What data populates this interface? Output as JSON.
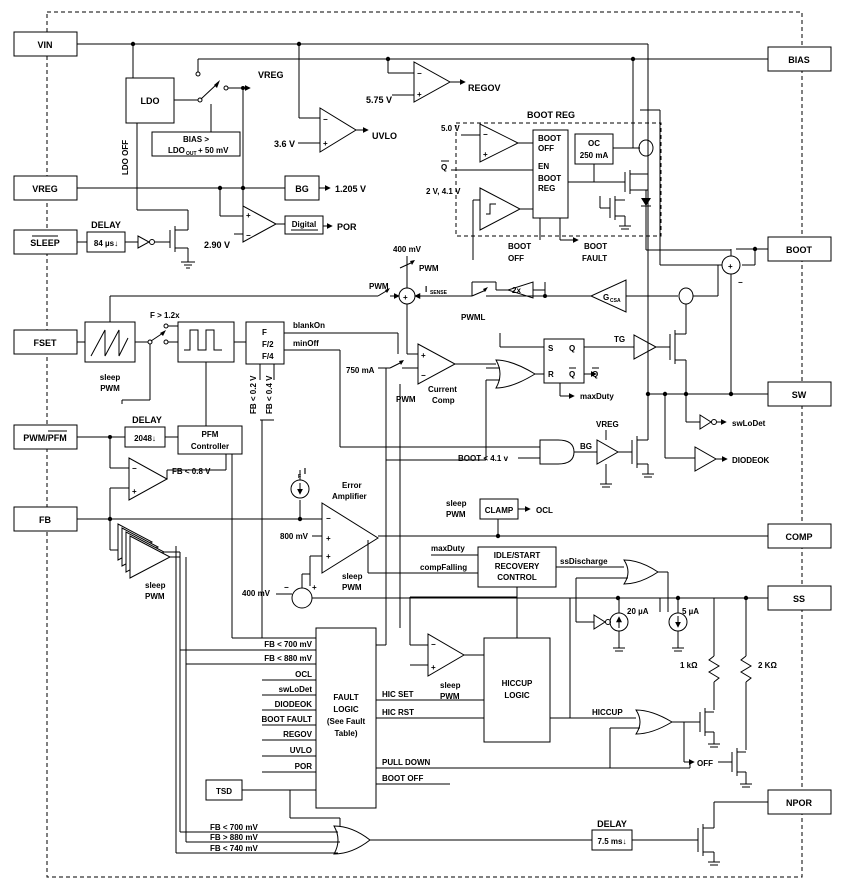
{
  "pins": {
    "vin": "VIN",
    "vreg": "VREG",
    "sleep": "SLEEP",
    "fset": "FSET",
    "pwm_pfm": "PWM/PFM",
    "fb": "FB",
    "bias": "BIAS",
    "boot": "BOOT",
    "sw": "SW",
    "comp": "COMP",
    "ss": "SS",
    "npor": "NPOR"
  },
  "blocks": {
    "ldo": "LDO",
    "ldo_off": "LDO OFF",
    "bias_note_1": "BIAS >",
    "bias_note_2": "LDO",
    "bias_note_sub": "OUT",
    "bias_note_3": "+ 50 mV",
    "vreg_label": "VREG",
    "regov": "REGOV",
    "v575": "5.75 V",
    "uvlo": "UVLO",
    "v36": "3.6 V",
    "bg": "BG",
    "v1205": "1.205 V",
    "digital": "Digital",
    "por": "POR",
    "v290": "2.90 V",
    "delay": "DELAY",
    "delay_84": "84 µs↓",
    "boot_reg_title": "BOOT REG",
    "v50": "5.0 V",
    "qbar": "Q",
    "v2_41": "2 V, 4.1 V",
    "boot_off_1": "BOOT",
    "boot_off_2": "OFF",
    "en": "EN",
    "boot_reg_1": "BOOT",
    "boot_reg_2": "REG",
    "oc_1": "OC",
    "oc_2": "250 mA",
    "boot_fault_1": "BOOT",
    "boot_fault_2": "FAULT",
    "v400": "400 mV",
    "pwm": "PWM",
    "isense": "I",
    "isense_sub": "SENSE",
    "pwml": "PWML",
    "x2": "2x",
    "gcsa": "G",
    "gcsa_sub": "CSA",
    "f12": "F > 1.2x",
    "blankon": "blankOn",
    "minoff": "minOff",
    "f1": "F",
    "f2": "F/2",
    "f4": "F/4",
    "fb02": "FB < 0.2 V",
    "fb04": "FB < 0.4 V",
    "sleep_pwm_1": "sleep",
    "sleep_pwm_2": "PWM",
    "i750": "750 mA",
    "current_comp_1": "Current",
    "current_comp_2": "Comp",
    "s": "S",
    "r": "R",
    "q": "Q",
    "tg": "TG",
    "maxduty": "maxDuty",
    "delay_2048": "2048↓",
    "pfm_1": "PFM",
    "pfm_2": "Controller",
    "fb08": "FB < 0.8 V",
    "boot41": "BOOT < 4.1 v",
    "swlodet": "swLoDet",
    "diodeok": "DIODEOK",
    "if": "I",
    "if_sub": "F",
    "error_amp_1": "Error",
    "error_amp_2": "Amplifier",
    "v800": "800 mV",
    "clamp": "CLAMP",
    "ocl": "OCL",
    "idle_1": "IDLE/START",
    "idle_2": "RECOVERY",
    "idle_3": "CONTROL",
    "ssdischarge": "ssDischarge",
    "compfalling": "compFalling",
    "i20": "20 µA",
    "i5": "5 µA",
    "fb700": "FB < 700 mV",
    "fb880": "FB < 880 mV",
    "boot_fault": "BOOT FAULT",
    "pulldown": "PULL DOWN",
    "boot_off_line": "BOOT OFF",
    "hicset": "HIC SET",
    "hicrst": "HIC RST",
    "hiccup": "HICCUP",
    "hiccup_logic_1": "HICCUP",
    "hiccup_logic_2": "LOGIC",
    "fault_1": "FAULT",
    "fault_2": "LOGIC",
    "fault_3": "(See Fault",
    "fault_4": "Table)",
    "r1k": "1 kΩ",
    "r2k": "2 KΩ",
    "off": "OFF",
    "tsd": "TSD",
    "delay_75": "7.5 ms↓",
    "fb700b": "FB < 700 mV",
    "fb880b": "FB > 880 mV",
    "fb740b": "FB < 740 mV",
    "plus": "+",
    "minus": "−"
  }
}
